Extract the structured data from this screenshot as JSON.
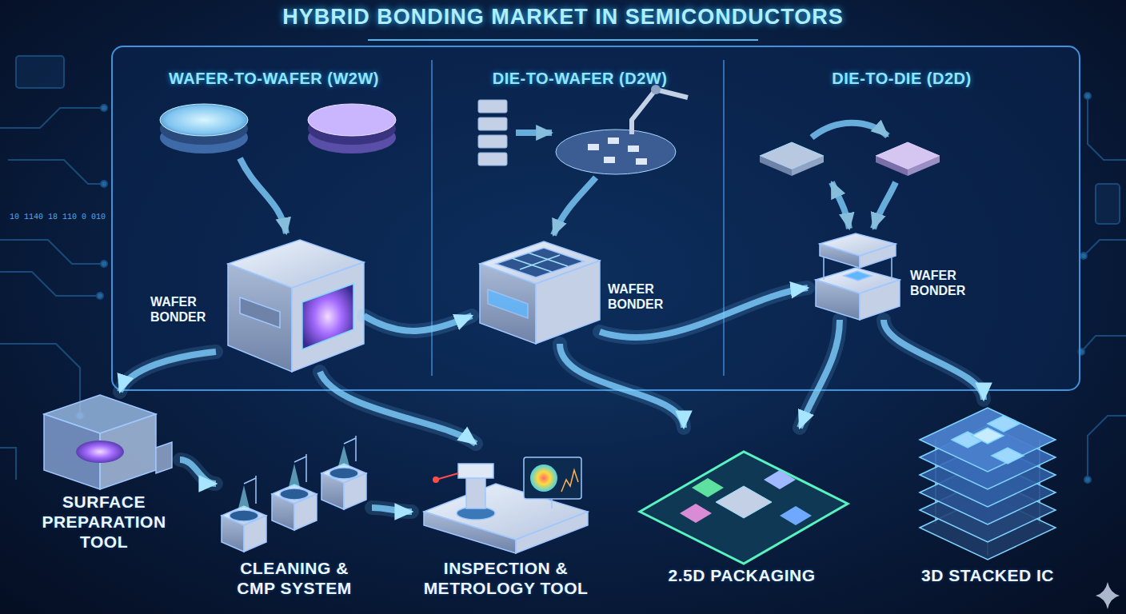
{
  "diagram": {
    "title": "HYBRID BONDING MARKET IN SEMICONDUCTORS",
    "nodes": [
      {
        "text": [
          "WAFER-TO-WAFER (W2W)"
        ]
      },
      {
        "text": [
          "WAFER BONDER"
        ],
        "in": 0
      },
      {
        "text": [
          "DIE-TO-WAFER (D2W)"
        ]
      },
      {
        "text": [
          "WAFER BONDER"
        ],
        "in": 2
      },
      {
        "text": [
          "DIE-TO-DIE (D2D)"
        ]
      },
      {
        "text": [
          "WAFER BONDER"
        ],
        "in": 4
      },
      {
        "text": [
          "SURFACE PREPARATION TOOL"
        ]
      },
      {
        "text": [
          "CLEANING & CMP SYSTEM"
        ]
      },
      {
        "text": [
          "INSPECTION & METROLOGY TOOL"
        ]
      },
      {
        "text": [
          "2.5D PACKAGING"
        ]
      },
      {
        "text": [
          "3D STACKED IC"
        ]
      }
    ],
    "edges": [
      {
        "from": 1,
        "to": 6,
        "arrow": "to"
      },
      {
        "from": 6,
        "to": 7,
        "arrow": "to"
      },
      {
        "from": 7,
        "to": 8,
        "arrow": "to"
      },
      {
        "from": 1,
        "to": 8,
        "arrow": "to"
      },
      {
        "from": 1,
        "to": 3,
        "arrow": "to"
      },
      {
        "from": 3,
        "to": 9,
        "arrow": "to"
      },
      {
        "from": 3,
        "to": 5,
        "arrow": "to"
      },
      {
        "from": 5,
        "to": 10,
        "arrow": "to"
      },
      {
        "from": 5,
        "to": 9,
        "arrow": "to"
      }
    ],
    "labels": [
      "10 1140 18 110 0 010"
    ]
  }
}
